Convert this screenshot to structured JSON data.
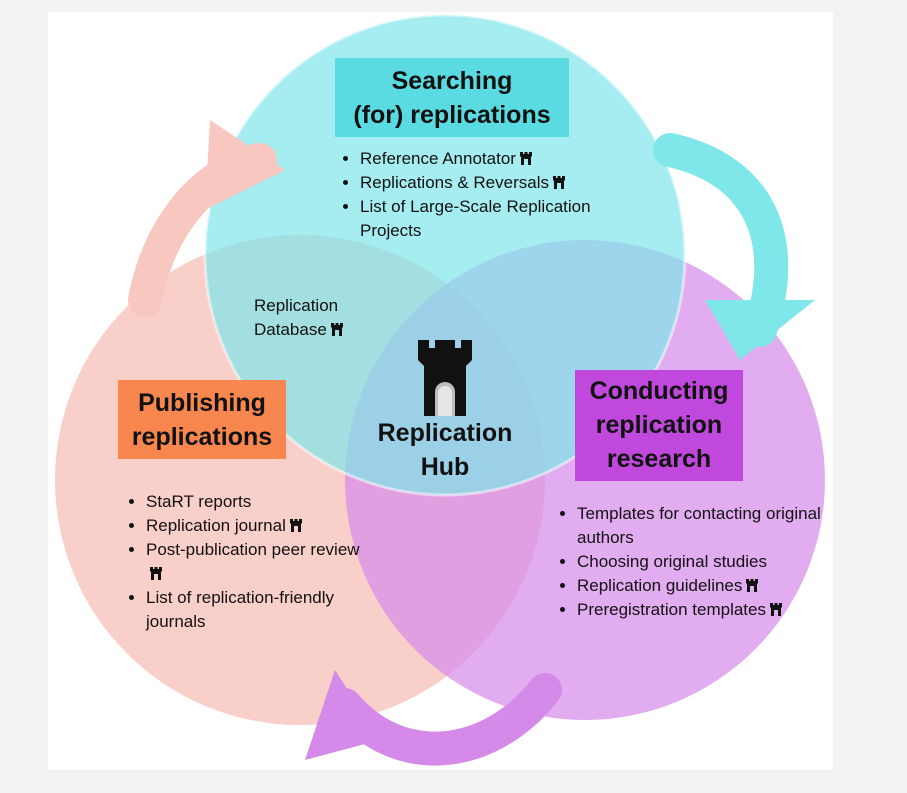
{
  "colors": {
    "search_circle": "#7fe6ea",
    "publish_circle": "#f8c7c0",
    "conduct_circle": "#d58ae9",
    "search_title_bg": "#5adbe1",
    "publish_title_bg": "#f7874f",
    "conduct_title_bg": "#c148dc"
  },
  "search": {
    "title_line1": "Searching",
    "title_line2": "(for) replications",
    "items": [
      "Reference Annotator",
      "Replications & Reversals",
      "List of Large-Scale Replication Projects"
    ]
  },
  "publish": {
    "title_line1": "Publishing",
    "title_line2": "replications",
    "items": [
      "StaRT reports",
      "Replication journal",
      "Post-publication peer review",
      "List of replication-friendly journals"
    ]
  },
  "conduct": {
    "title_line1": "Conducting",
    "title_line2": "replication",
    "title_line3": "research",
    "items": [
      "Templates for contacting original authors",
      "Choosing original studies",
      "Replication guidelines",
      "Preregistration templates"
    ]
  },
  "overlap": {
    "db_line1": "Replication",
    "db_line2": "Database"
  },
  "hub": {
    "line1": "Replication",
    "line2": "Hub"
  }
}
